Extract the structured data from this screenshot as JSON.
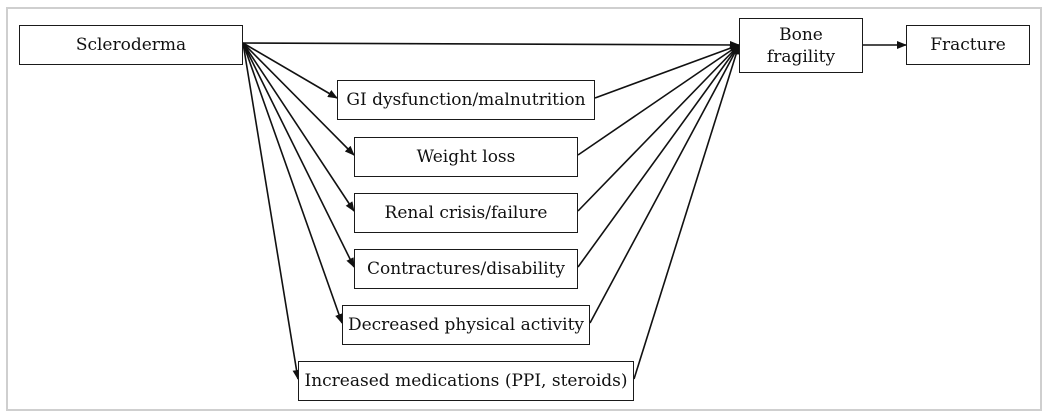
{
  "diagram": {
    "nodes": {
      "scleroderma": "Scleroderma",
      "gi": "GI dysfunction/malnutrition",
      "weight": "Weight loss",
      "renal": "Renal crisis/failure",
      "contractures": "Contractures/disability",
      "activity": "Decreased physical activity",
      "medications": "Increased medications (PPI, steroids)",
      "bone": "Bone\nfragility",
      "fracture": "Fracture"
    },
    "edges": [
      {
        "from": "scleroderma",
        "to": "bone"
      },
      {
        "from": "scleroderma",
        "to": "gi"
      },
      {
        "from": "scleroderma",
        "to": "weight"
      },
      {
        "from": "scleroderma",
        "to": "renal"
      },
      {
        "from": "scleroderma",
        "to": "contractures"
      },
      {
        "from": "scleroderma",
        "to": "activity"
      },
      {
        "from": "scleroderma",
        "to": "medications"
      },
      {
        "from": "gi",
        "to": "bone"
      },
      {
        "from": "weight",
        "to": "bone"
      },
      {
        "from": "renal",
        "to": "bone"
      },
      {
        "from": "contractures",
        "to": "bone"
      },
      {
        "from": "activity",
        "to": "bone"
      },
      {
        "from": "medications",
        "to": "bone"
      },
      {
        "from": "bone",
        "to": "fracture"
      }
    ]
  }
}
